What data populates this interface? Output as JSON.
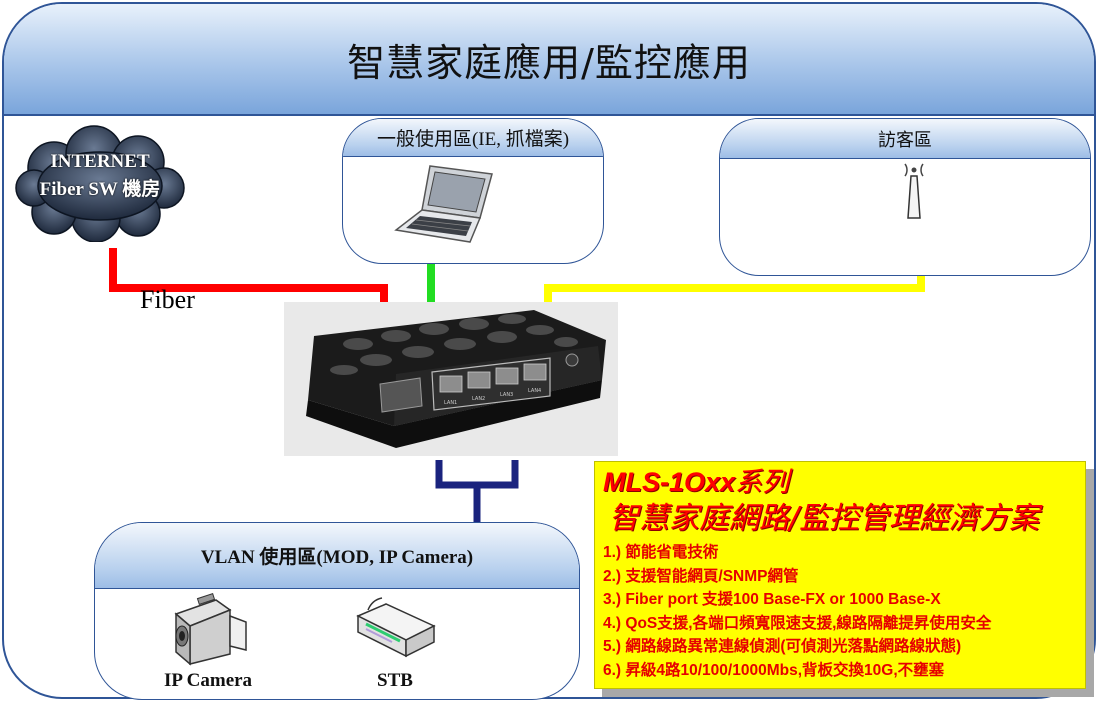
{
  "title": "智慧家庭應用/監控應用",
  "cloud": {
    "line1": "INTERNET",
    "line2": "Fiber SW 機房"
  },
  "fiber_label": "Fiber",
  "panels": {
    "general": "一般使用區(IE, 抓檔案)",
    "guest": "訪客區",
    "vlan": "VLAN 使用區(MOD, IP Camera)"
  },
  "devices": {
    "camera": "IP Camera",
    "stb": "STB"
  },
  "router_ports": [
    "LAN1",
    "LAN2",
    "LAN3",
    "LAN4"
  ],
  "line_colors": {
    "fiber": "#ff0000",
    "lan_general": "#22dd22",
    "lan_guest": "#ffff00",
    "vlan": "#1a237e"
  },
  "features": {
    "title_model": "MLS-1Oxx",
    "title_suffix": "系列",
    "subtitle": "智慧家庭網路/監控管理經濟方案",
    "items": [
      "1.) 節能省電技術",
      "2.) 支援智能網頁/SNMP網管",
      "3.) Fiber port 支援100 Base-FX or 1000 Base-X",
      "4.) QoS支援,各端口頻寬限速支援,線路隔離提昇使用安全",
      "5.) 網路線路異常連線偵測(可偵測光落點網路線狀態)",
      "6.) 昇級4路10/100/1000Mbs,背板交換10G,不壅塞"
    ]
  }
}
